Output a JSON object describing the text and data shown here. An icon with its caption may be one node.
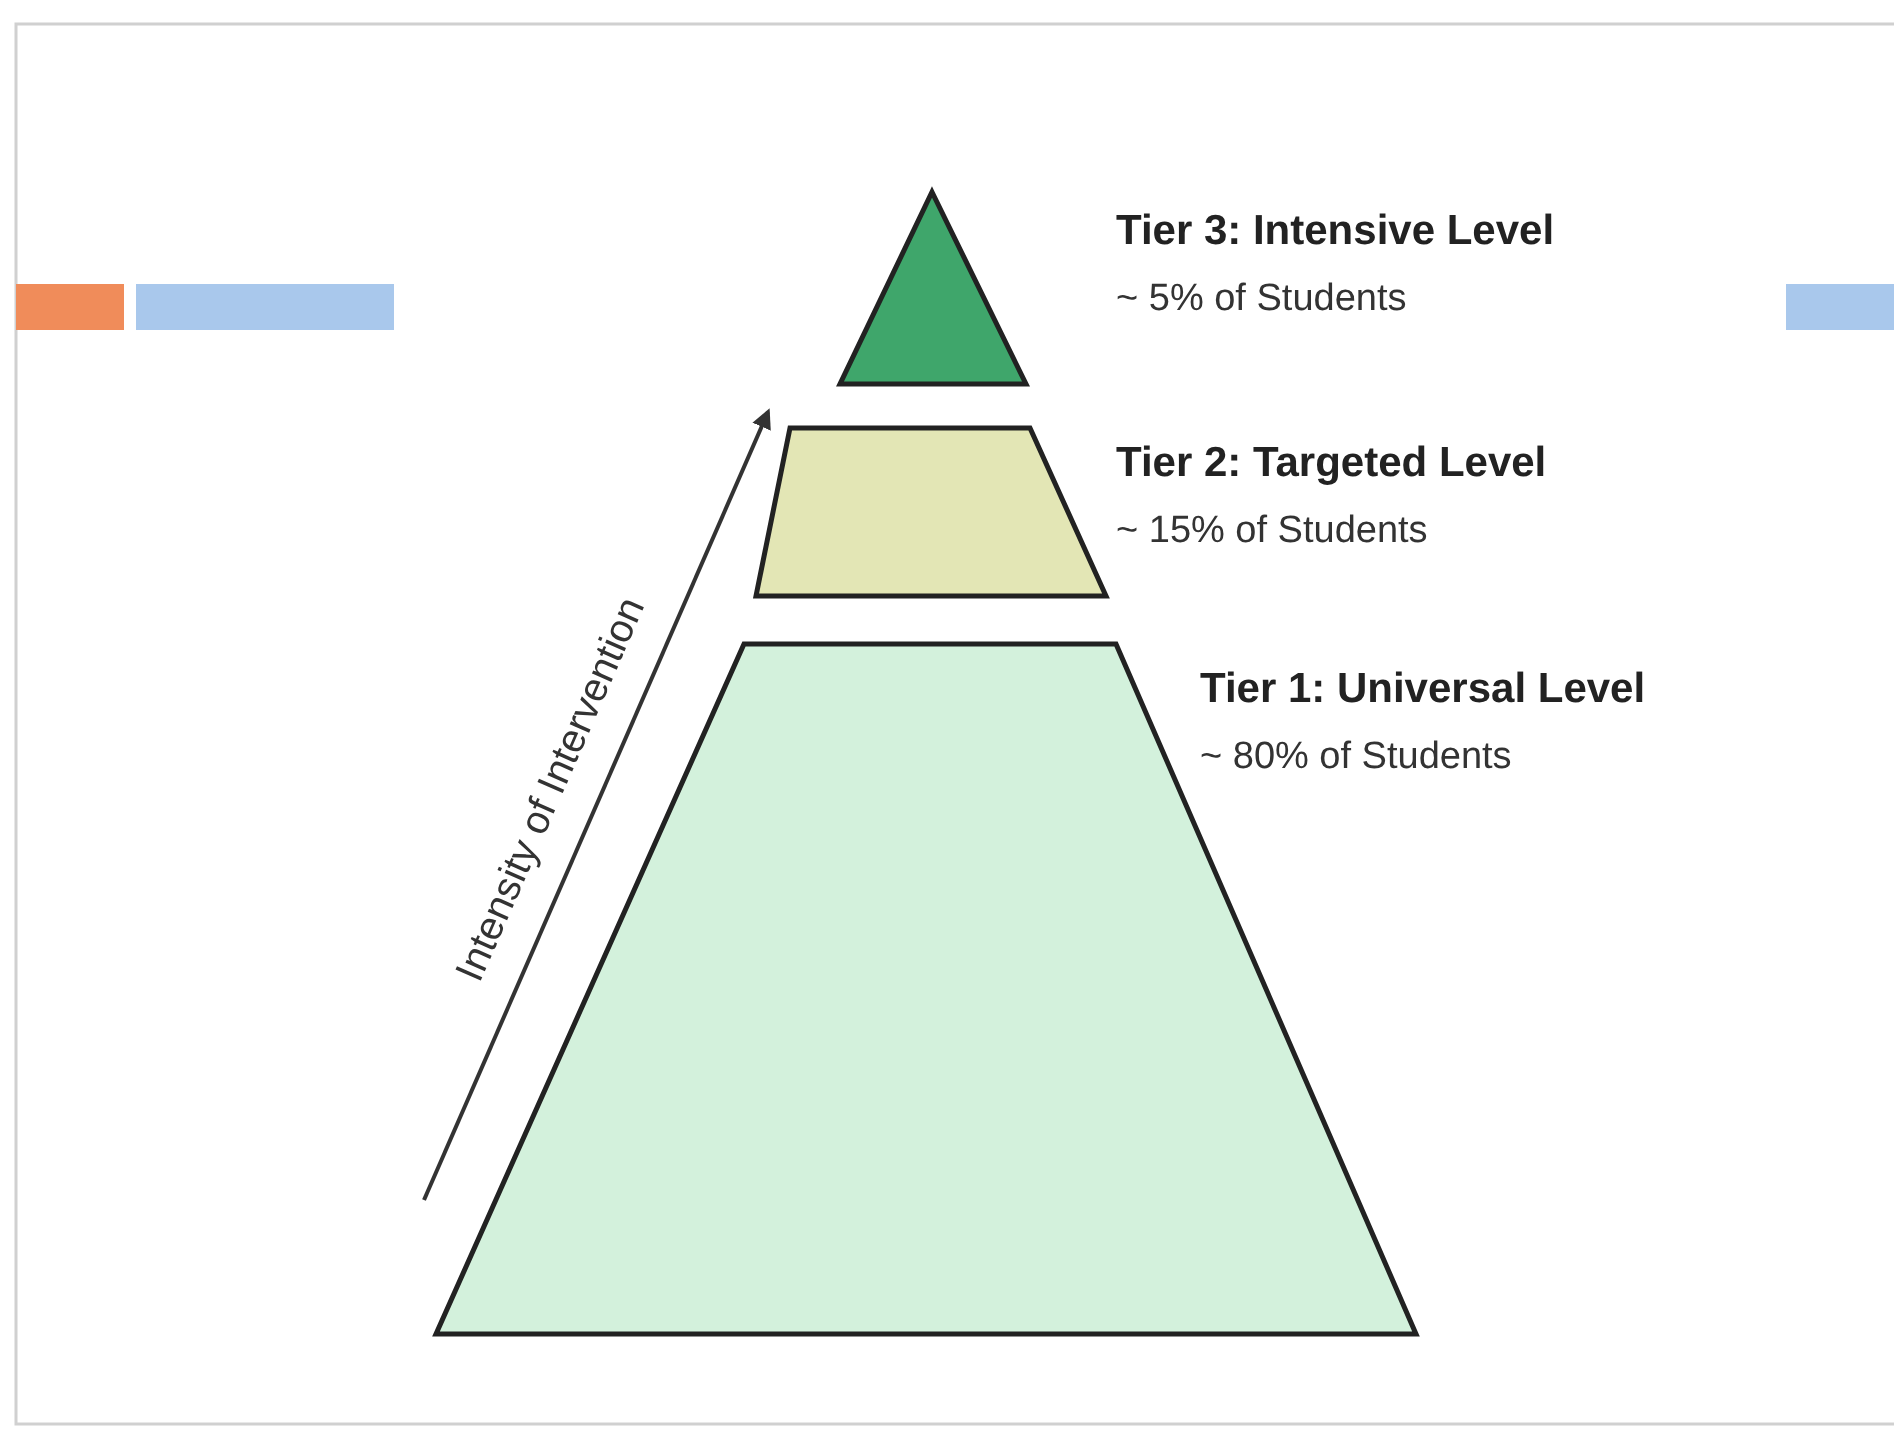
{
  "diagram": {
    "nodes": [
      {
        "text": [
          "Tier 3: Intensive Level",
          "~ 5% of Students"
        ]
      },
      {
        "text": [
          "Tier 2: Targeted Level",
          "~ 15% of Students"
        ]
      },
      {
        "text": [
          "Tier 1: Universal Level",
          "~ 80% of Students"
        ]
      }
    ],
    "labels": [
      "Intensity of Intervention"
    ]
  }
}
